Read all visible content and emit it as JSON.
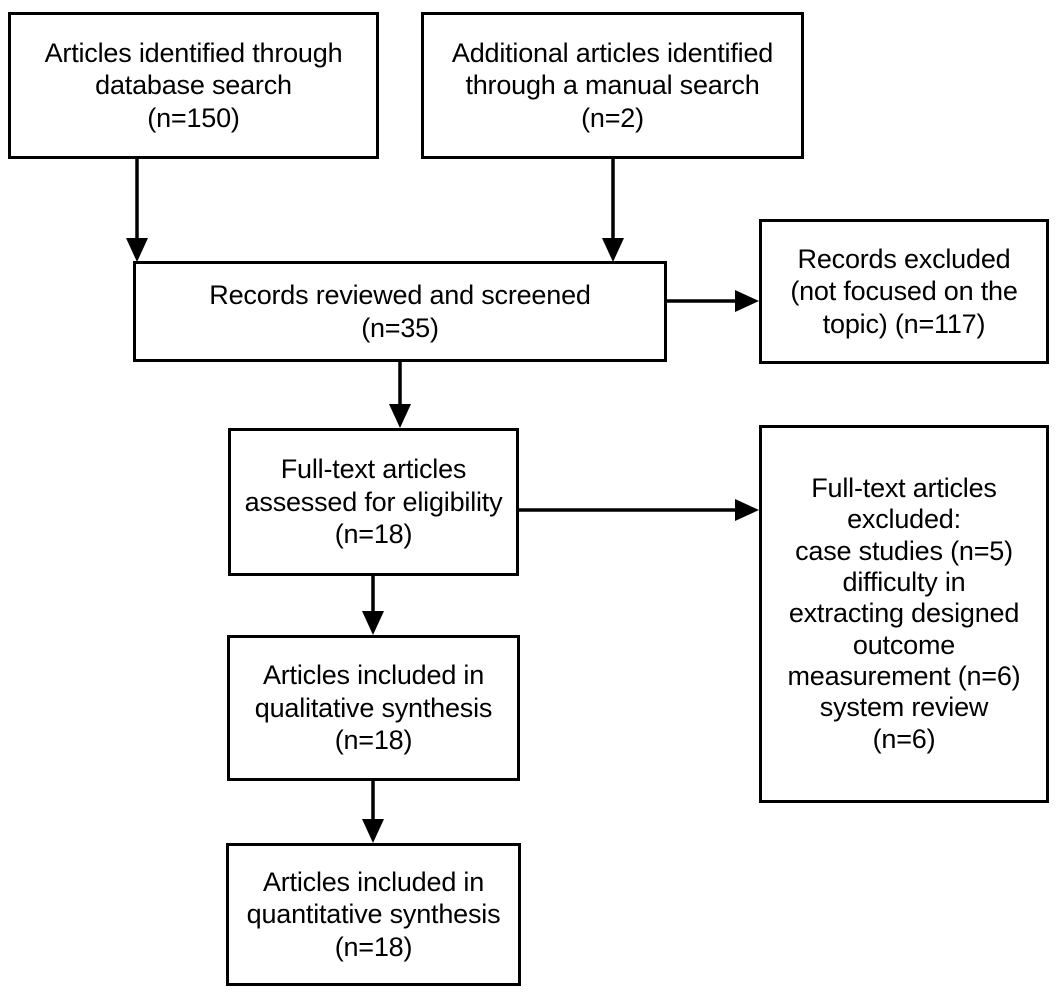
{
  "diagram": {
    "type": "prisma-flow-diagram",
    "title": "PRISMA study selection flow diagram",
    "background_color": "#ffffff",
    "line_color": "#000000",
    "text_color": "#000000",
    "nodes": [
      {
        "id": "identified-database",
        "name": "identification-database-box",
        "text": "Articles identified through\ndatabase search\n(n=150)",
        "count_label": "(n=150)",
        "count": 150
      },
      {
        "id": "identified-manual",
        "name": "identification-manual-box",
        "text": "Additional articles identified\nthrough a manual search\n(n=2)",
        "count_label": "(n=2)",
        "count": 2
      },
      {
        "id": "records-screened",
        "name": "records-screened-box",
        "text": "Records reviewed and screened\n(n=35)",
        "count_label": "(n=35)",
        "count": 35
      },
      {
        "id": "records-excluded",
        "name": "records-excluded-box",
        "text": "Records excluded\n(not focused on the\ntopic) (n=117)",
        "count_label": "(n=117)",
        "count": 117
      },
      {
        "id": "fulltext-assessed",
        "name": "fulltext-assessed-box",
        "text": "Full-text articles\nassessed for eligibility\n(n=18)",
        "count_label": "(n=18)",
        "count": 18
      },
      {
        "id": "fulltext-excluded",
        "name": "fulltext-excluded-box",
        "text": "Full-text articles\nexcluded:\ncase studies (n=5)\ndifficulty in\nextracting designed\noutcome\nmeasurement (n=6)\nsystem review\n(n=6)",
        "reasons": [
          {
            "label": "case studies",
            "count_label": "(n=5)",
            "count": 5
          },
          {
            "label": "difficulty in extracting designed outcome measurement",
            "count_label": "(n=6)",
            "count": 6
          },
          {
            "label": "system review",
            "count_label": "(n=6)",
            "count": 6
          }
        ]
      },
      {
        "id": "included-qualitative",
        "name": "included-qualitative-box",
        "text": "Articles included in\nqualitative synthesis\n(n=18)",
        "count_label": "(n=18)",
        "count": 18
      },
      {
        "id": "included-quantitative",
        "name": "included-quantitative-box",
        "text": "Articles included in\nquantitative synthesis\n(n=18)",
        "count_label": "(n=18)",
        "count": 18
      }
    ],
    "edges": [
      {
        "from": "identified-database",
        "to": "records-screened",
        "direction": "down"
      },
      {
        "from": "identified-manual",
        "to": "records-screened",
        "direction": "down"
      },
      {
        "from": "records-screened",
        "to": "records-excluded",
        "direction": "right"
      },
      {
        "from": "records-screened",
        "to": "fulltext-assessed",
        "direction": "down"
      },
      {
        "from": "fulltext-assessed",
        "to": "fulltext-excluded",
        "direction": "right"
      },
      {
        "from": "fulltext-assessed",
        "to": "included-qualitative",
        "direction": "down"
      },
      {
        "from": "included-qualitative",
        "to": "included-quantitative",
        "direction": "down"
      }
    ]
  }
}
